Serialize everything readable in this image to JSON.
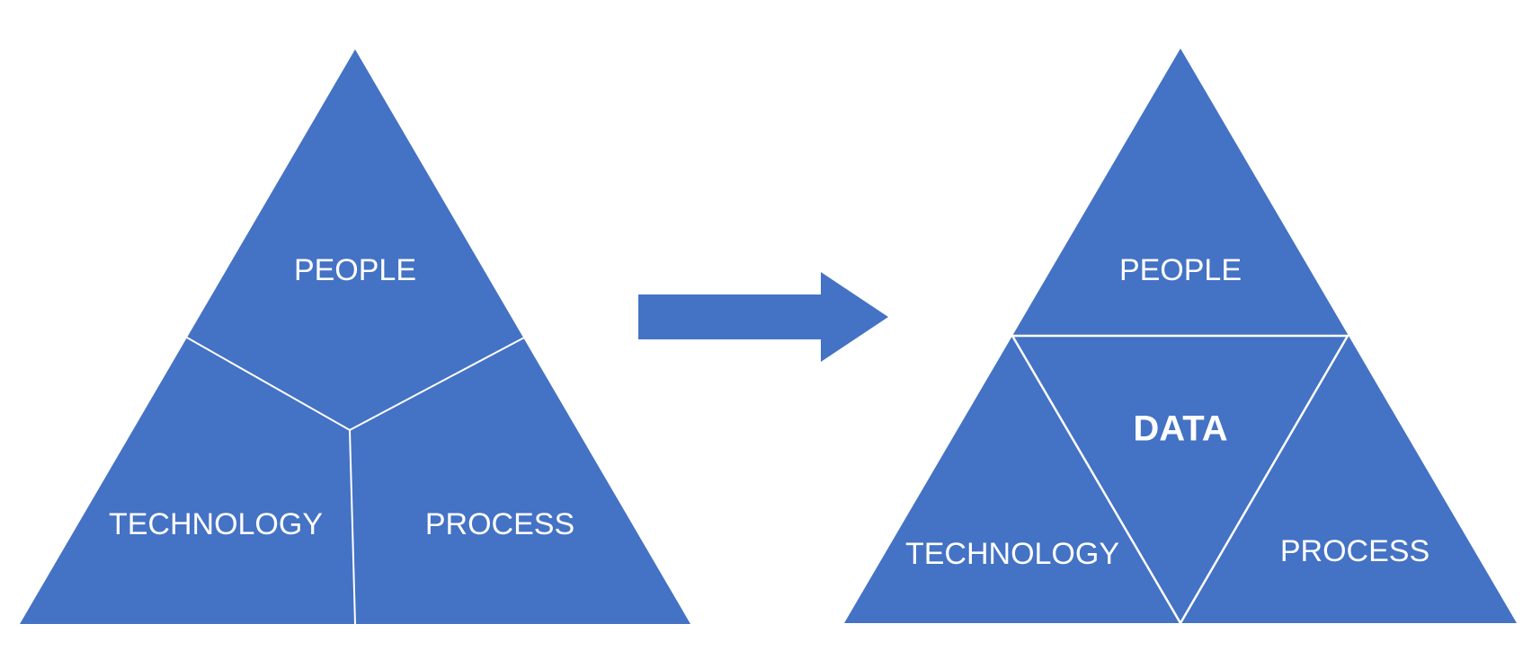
{
  "colors": {
    "fill": "#4472C4",
    "divider": "#ffffff",
    "background": "#ffffff"
  },
  "before": {
    "people": "PEOPLE",
    "technology": "TECHNOLOGY",
    "process": "PROCESS"
  },
  "arrow": {
    "icon": "right-arrow-icon"
  },
  "after": {
    "people": "PEOPLE",
    "data": "DATA",
    "technology": "TECHNOLOGY",
    "process": "PROCESS"
  }
}
